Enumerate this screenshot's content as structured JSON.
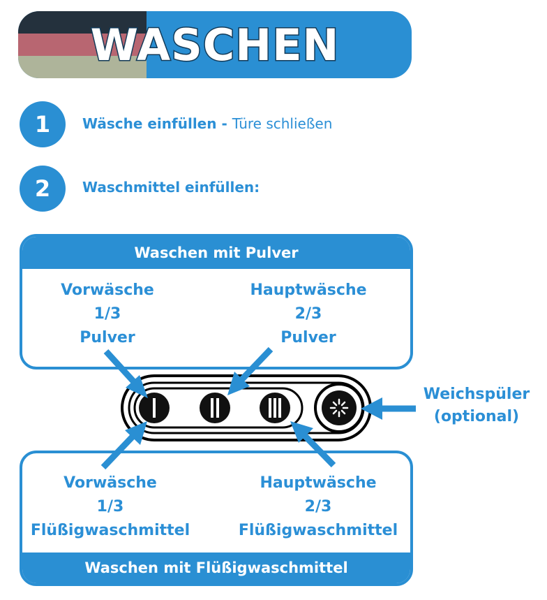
{
  "title": "WASCHEN",
  "colors": {
    "accent": "#2a8fd3",
    "text": "#2b8fd6",
    "flag": [
      "#24313d",
      "#b86671",
      "#aeb49a"
    ]
  },
  "steps": [
    {
      "number": "1",
      "text_bold": "Wäsche einfüllen - ",
      "text_normal": "Türe schließen"
    },
    {
      "number": "2",
      "text_bold": "Waschmittel einfüllen:",
      "text_normal": ""
    }
  ],
  "powder": {
    "header": "Waschen mit Pulver",
    "prewash": [
      "Vorwäsche",
      "1/3",
      "Pulver"
    ],
    "mainwash": [
      "Hauptwäsche",
      "2/3",
      "Pulver"
    ]
  },
  "liquid": {
    "header": "Waschen mit Flüßigwaschmittel",
    "prewash": [
      "Vorwäsche",
      "1/3",
      "Flüßigwaschmittel"
    ],
    "mainwash": [
      "Hauptwäsche",
      "2/3",
      "Flüßigwaschmittel"
    ]
  },
  "softener": [
    "Weichspüler",
    "(optional)"
  ],
  "compartments": [
    {
      "name": "compartment-prewash",
      "symbol": "I"
    },
    {
      "name": "compartment-mainwash",
      "symbol": "II"
    },
    {
      "name": "compartment-mainwash-liquid",
      "symbol": "III"
    },
    {
      "name": "compartment-softener",
      "symbol": "flower-icon"
    }
  ]
}
